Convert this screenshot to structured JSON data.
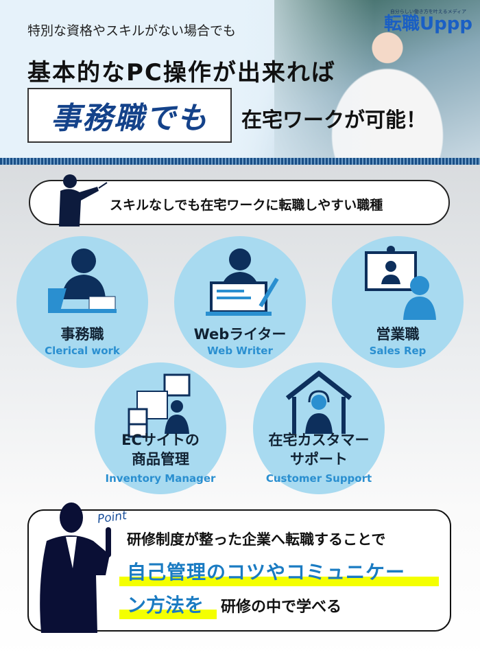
{
  "header": {
    "subtitle": "特別な資格やスキルがない場合でも",
    "title_line1": "基本的なPC操作が出来れば",
    "highlight": "事務職でも",
    "title_line2": "在宅ワークが可能！"
  },
  "logo": {
    "tagline": "自分らしい働き方を叶えるメディア",
    "name": "転職Uppp"
  },
  "banner": {
    "text": "スキルなしでも在宅ワークに転職しやすい職種"
  },
  "jobs": [
    {
      "title": "事務職",
      "english": "Clerical work",
      "icon": "office-worker-icon"
    },
    {
      "title": "Webライター",
      "english": "Web Writer",
      "icon": "web-writer-icon"
    },
    {
      "title": "営業職",
      "english": "Sales Rep",
      "icon": "video-call-icon"
    },
    {
      "title": "ECサイトの\n商品管理",
      "title_l1": "ECサイトの",
      "title_l2": "商品管理",
      "english": "Inventory Manager",
      "icon": "ec-inventory-icon"
    },
    {
      "title_l1": "在宅カスタマー",
      "title_l2": "サポート",
      "english": "Customer Support",
      "icon": "home-support-icon"
    }
  ],
  "point": {
    "label": "Point",
    "line1": "研修制度が整った企業へ転職することで",
    "line2": "自己管理のコツやコミュニケー",
    "line3a": "ン方法を",
    "line3b": "研修の中で学べる"
  },
  "colors": {
    "navy": "#0d2f5c",
    "accent": "#1a7bc2",
    "circle": "#a8daf0",
    "highlight": "#f4ff00"
  }
}
